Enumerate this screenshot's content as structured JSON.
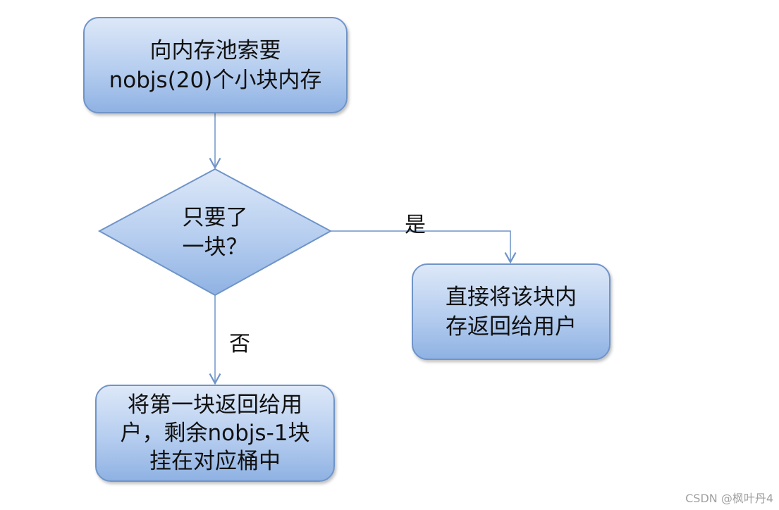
{
  "nodes": {
    "request": {
      "lines": [
        "向内存池索要",
        "nobjs(20)个小块内存"
      ]
    },
    "decision": {
      "lines": [
        "只要了",
        "一块？"
      ]
    },
    "return_direct": {
      "lines": [
        "直接将该块内",
        "存返回给用户"
      ]
    },
    "return_first": {
      "lines": [
        "将第一块返回给用",
        "户，剩余nobjs-1块",
        "挂在对应桶中"
      ]
    }
  },
  "edges": {
    "yes_label": "是",
    "no_label": "否"
  },
  "watermark": "CSDN @枫叶丹4",
  "colors": {
    "node_border": "#6f94c8",
    "node_fill_top": "#dde8f8",
    "node_fill_bottom": "#8fb2e3",
    "line": "#6f94c8"
  }
}
